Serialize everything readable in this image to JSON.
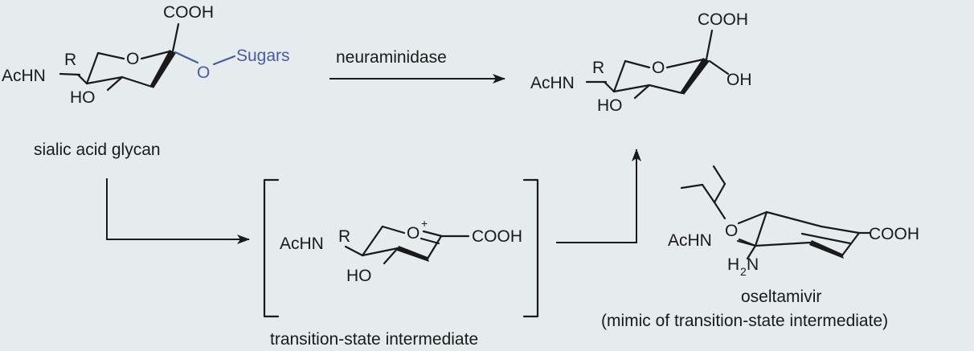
{
  "labels": {
    "sialic_caption": "sialic acid glycan",
    "enzyme": "neuraminidase",
    "ts_caption": "transition-state intermediate",
    "osel_name": "oseltamivir",
    "osel_note": "(mimic of transition-state intermediate)"
  },
  "atoms": {
    "cooh": "COOH",
    "o": "O",
    "acnh": "AcHN",
    "r": "R",
    "ho": "HO",
    "oh": "OH",
    "sugars": "Sugars",
    "oplus": "O",
    "plus": "+",
    "h2n_h": "H",
    "h2n_sub": "2",
    "h2n_n": "N"
  },
  "colors": {
    "background": "#e6ebee",
    "ink": "#1a1a1a",
    "glycan_link": "#4a5aa0"
  }
}
